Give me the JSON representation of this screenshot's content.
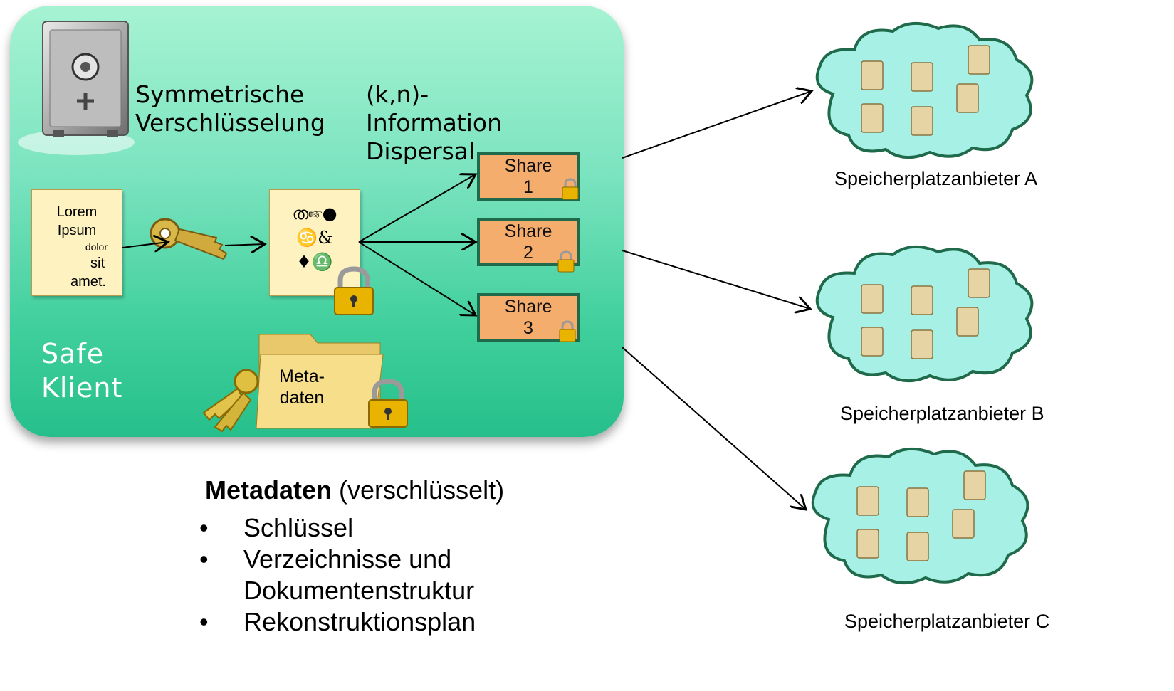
{
  "client": {
    "label_line1": "Safe",
    "label_line2": "Klient",
    "step_encrypt_line1": "Symmetrische",
    "step_encrypt_line2": "Verschlüsselung",
    "step_dispersal_line1": "(k,n)-",
    "step_dispersal_line2": "Information",
    "step_dispersal_line3": "Dispersal",
    "plaintext_doc": [
      "Lorem",
      "Ipsum",
      "dolor",
      "sit",
      "amet."
    ],
    "ciphertext_glyphs": [
      "ത☞●",
      "♋&",
      "♦♎"
    ],
    "shares": [
      {
        "line1": "Share",
        "line2": "1"
      },
      {
        "line1": "Share",
        "line2": "2"
      },
      {
        "line1": "Share",
        "line2": "3"
      }
    ],
    "folder_label_line1": "Meta-",
    "folder_label_line2": "daten"
  },
  "providers": [
    {
      "name": "Speicherplatzanbieter A"
    },
    {
      "name": "Speicherplatzanbieter B"
    },
    {
      "name": "Speicherplatzanbieter C"
    }
  ],
  "metadata": {
    "title_bold": "Metadaten",
    "title_rest": " (verschlüsselt)",
    "bullet": "•",
    "items": [
      {
        "line1": "Schlüssel",
        "line2": ""
      },
      {
        "line1": "Verzeichnisse und",
        "line2": "Dokumentenstruktur"
      },
      {
        "line1": "Rekonstruktionsplan",
        "line2": ""
      }
    ]
  },
  "colors": {
    "panel_top": "#a6f3d3",
    "panel_bottom": "#26bf8b",
    "cloud_fill": "#a7f0e6",
    "cloud_stroke": "#1f6a4a",
    "share_fill": "#f4ad6c",
    "share_border": "#1f6a4a"
  }
}
